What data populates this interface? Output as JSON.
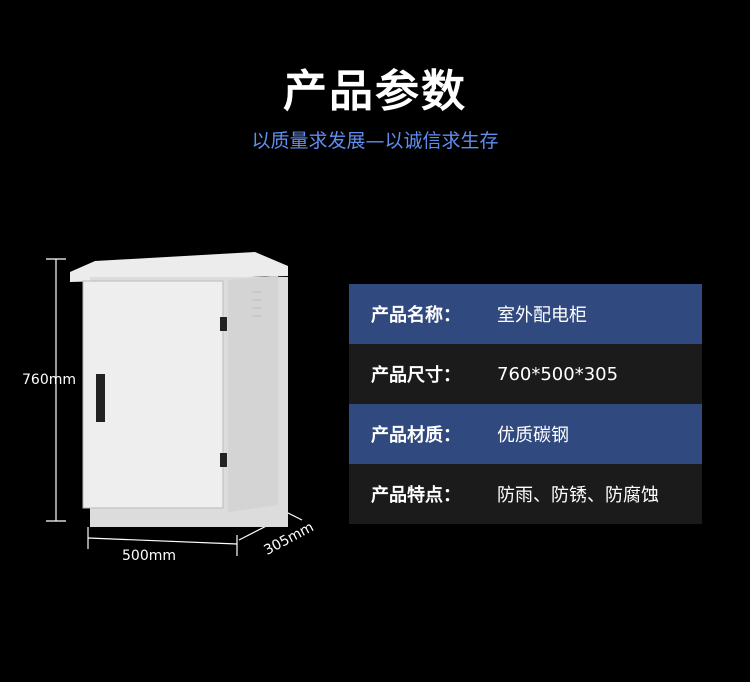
{
  "header": {
    "title": "产品参数",
    "subtitle": "以质量求发展—以诚信求生存"
  },
  "dimensions": {
    "height": "760mm",
    "width": "500mm",
    "depth": "305mm"
  },
  "specs": [
    {
      "label": "产品名称：",
      "value": "室外配电柜"
    },
    {
      "label": "产品尺寸：",
      "value": "760*500*305"
    },
    {
      "label": "产品材质：",
      "value": "优质碳钢"
    },
    {
      "label": "产品特点：",
      "value": "防雨、防锈、防腐蚀"
    }
  ],
  "colors": {
    "row_blue": "#304a80",
    "row_dark": "#1b1b1b",
    "subtitle": "#5f8ef0"
  }
}
